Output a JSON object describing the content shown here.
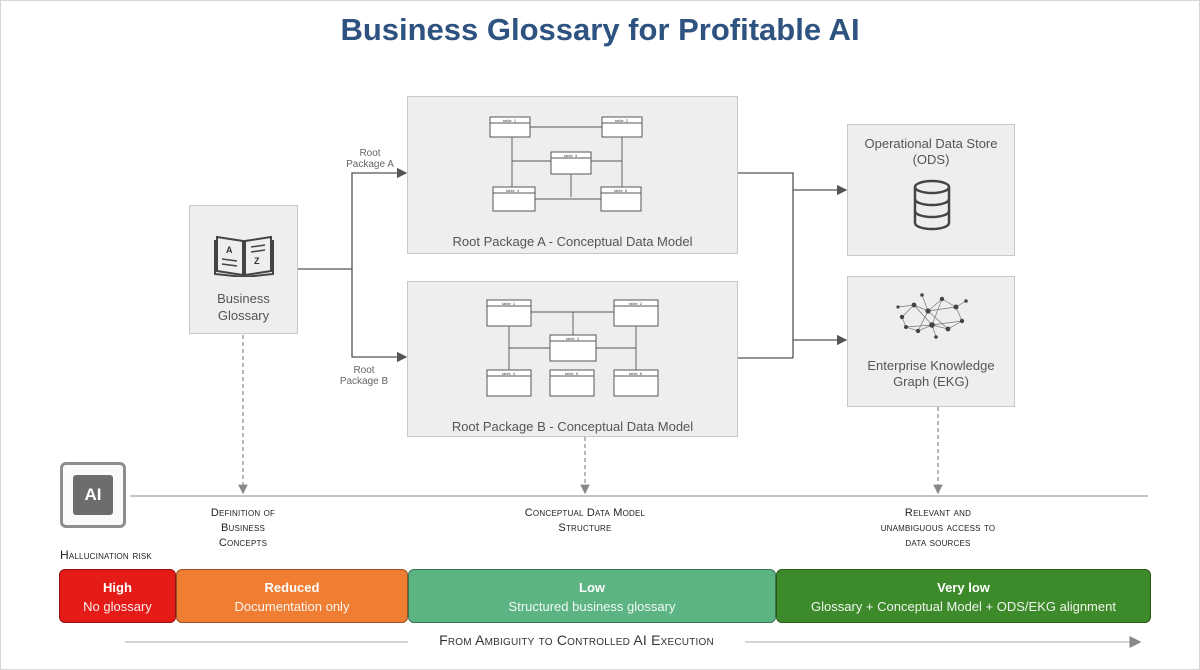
{
  "title": "Business Glossary for Profitable AI",
  "glossary": {
    "line1": "Business",
    "line2": "Glossary",
    "icon_letters": [
      "A",
      "Z"
    ]
  },
  "packages": {
    "a": {
      "side_label_line1": "Root",
      "side_label_line2": "Package A",
      "caption": "Root Package A - Conceptual Data Model",
      "tables": [
        "table_1",
        "table_2",
        "table_3",
        "table_4",
        "table_5"
      ]
    },
    "b": {
      "side_label_line1": "Root",
      "side_label_line2": "Package B",
      "caption": "Root Package B - Conceptual Data Model",
      "tables": [
        "table_1",
        "table_2",
        "table_3",
        "table_4",
        "table_5",
        "table_6"
      ]
    }
  },
  "ods": {
    "line1": "Operational Data Store",
    "line2": "(ODS)",
    "icon": "database-icon"
  },
  "ekg": {
    "line1": "Enterprise Knowledge",
    "line2": "Graph (EKG)",
    "icon": "knowledge-graph-icon"
  },
  "ai_badge": "AI",
  "outcomes": {
    "definition": {
      "line1": "Definition of",
      "line2": "Business",
      "line3": "Concepts"
    },
    "structure": {
      "line1": "Conceptual Data Model",
      "line2": "Structure"
    },
    "access": {
      "line1": "Relevant and",
      "line2": "unambiguous access to",
      "line3": "data sources"
    }
  },
  "risk_title": "Hallucination risk",
  "risk_levels": [
    {
      "level": "High",
      "description": "No glossary",
      "color": "#e41b17"
    },
    {
      "level": "Reduced",
      "description": "Documentation only",
      "color": "#ef7e33"
    },
    {
      "level": "Low",
      "description": "Structured business glossary",
      "color": "#5bb481"
    },
    {
      "level": "Very low",
      "description": "Glossary + Conceptual Model + ODS/EKG alignment",
      "color": "#3d8a2a"
    }
  ],
  "footer": "From Ambiguity to Controlled AI Execution"
}
